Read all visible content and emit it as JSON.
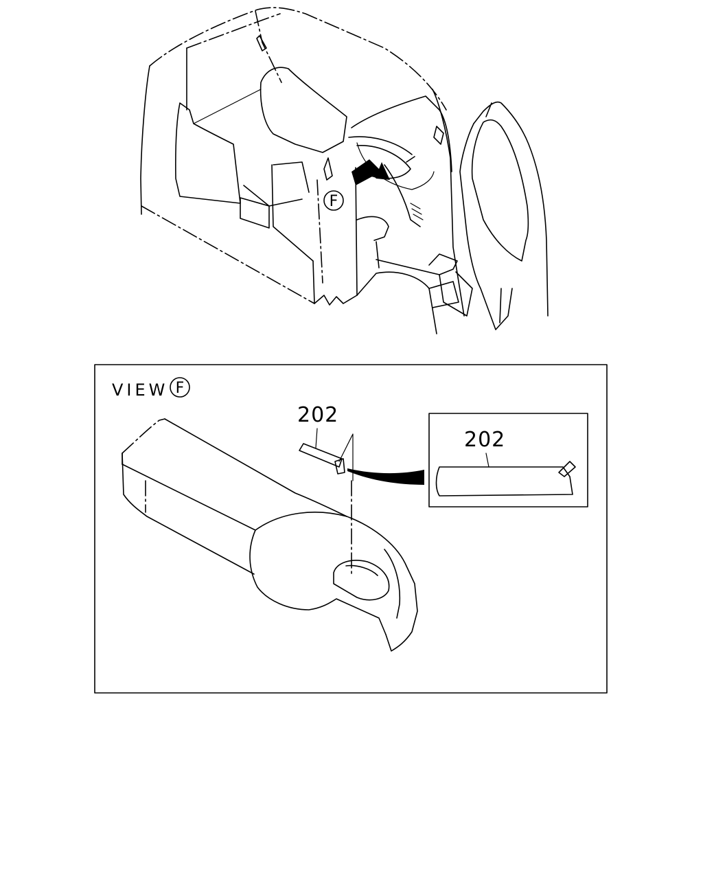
{
  "overview": {
    "view_marker": "F"
  },
  "detail_view": {
    "title": "VIEW",
    "marker": "F",
    "part_label": "202",
    "inset_label": "202"
  },
  "colors": {
    "ink": "#000000",
    "paper": "#ffffff"
  }
}
